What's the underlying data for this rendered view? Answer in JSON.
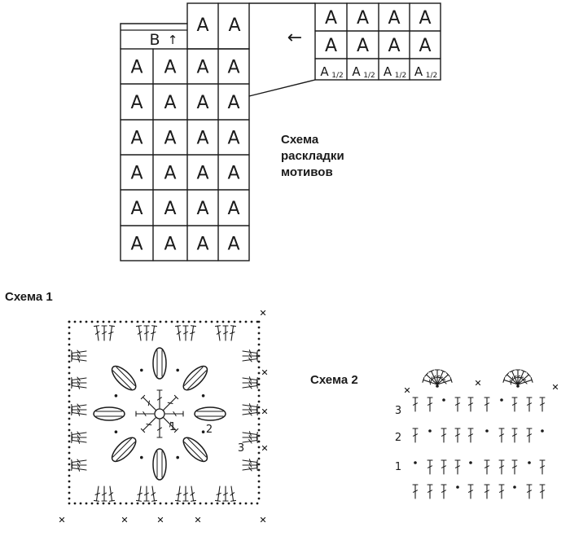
{
  "layout": {
    "cell_main": "A",
    "cell_small_prefix": "A",
    "cell_small_fraction": "1/2",
    "cell_b": "B",
    "up_arrow_icon": "↑",
    "left_arrow_icon": "←",
    "caption_lines": [
      "Схема",
      "раскладки",
      "мотивов"
    ]
  },
  "scheme1": {
    "title": "Схема 1",
    "rounds": [
      "1",
      "2",
      "3"
    ]
  },
  "scheme2": {
    "title": "Схема 2",
    "rows": [
      "3",
      "2",
      "1"
    ]
  },
  "colors": {
    "ink": "#1a1a1a",
    "paper": "#ffffff"
  }
}
